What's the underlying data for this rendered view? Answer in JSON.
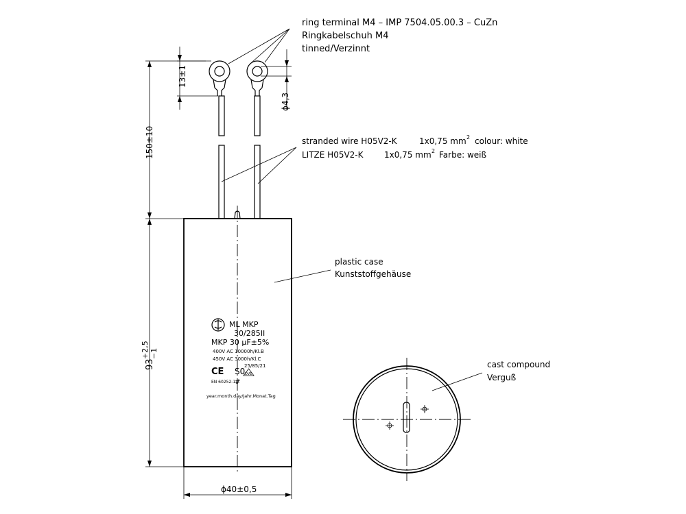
{
  "callouts": {
    "ring_terminal": {
      "line1": "ring terminal M4 – IMP 7504.05.00.3 – CuZn",
      "line2": "Ringkabelschuh M4",
      "line3": "tinned/Verzinnt"
    },
    "stranded_wire": {
      "line1_a": "stranded wire H05V2-K",
      "line1_b": "1x0,75 mm",
      "line1_c": "colour: white",
      "line2_a": "LITZE H05V2-K",
      "line2_b": "1x0,75 mm",
      "line2_c": "Farbe: weiß",
      "exponent": "2"
    },
    "plastic_case": {
      "line1": "plastic case",
      "line2": "Kunststoffgehäuse"
    },
    "cast_compound": {
      "line1": "cast compound",
      "line2": "Verguß"
    }
  },
  "dimensions": {
    "terminal_height": "13±1",
    "hole_diameter": "ϕ4,3",
    "lead_length": "150±10",
    "body_height_base": "93",
    "body_height_upper": "+2,5",
    "body_height_lower": "−1",
    "body_diameter": "ϕ40±0,5"
  },
  "label": {
    "line1": "ML MKP",
    "line2": "30/285II",
    "line3": "MKP 30 μF±5%",
    "line4": "400V AC 10000h/Kl.B",
    "line5": "450V AC 3000h/Kl.C",
    "ce": "CE",
    "s": "S0",
    "vde": "DVE",
    "en": "EN 60252-1",
    "hash": "#",
    "climate": "25/85/21",
    "date": "year.month.day/Jahr.Monat.Tag"
  }
}
